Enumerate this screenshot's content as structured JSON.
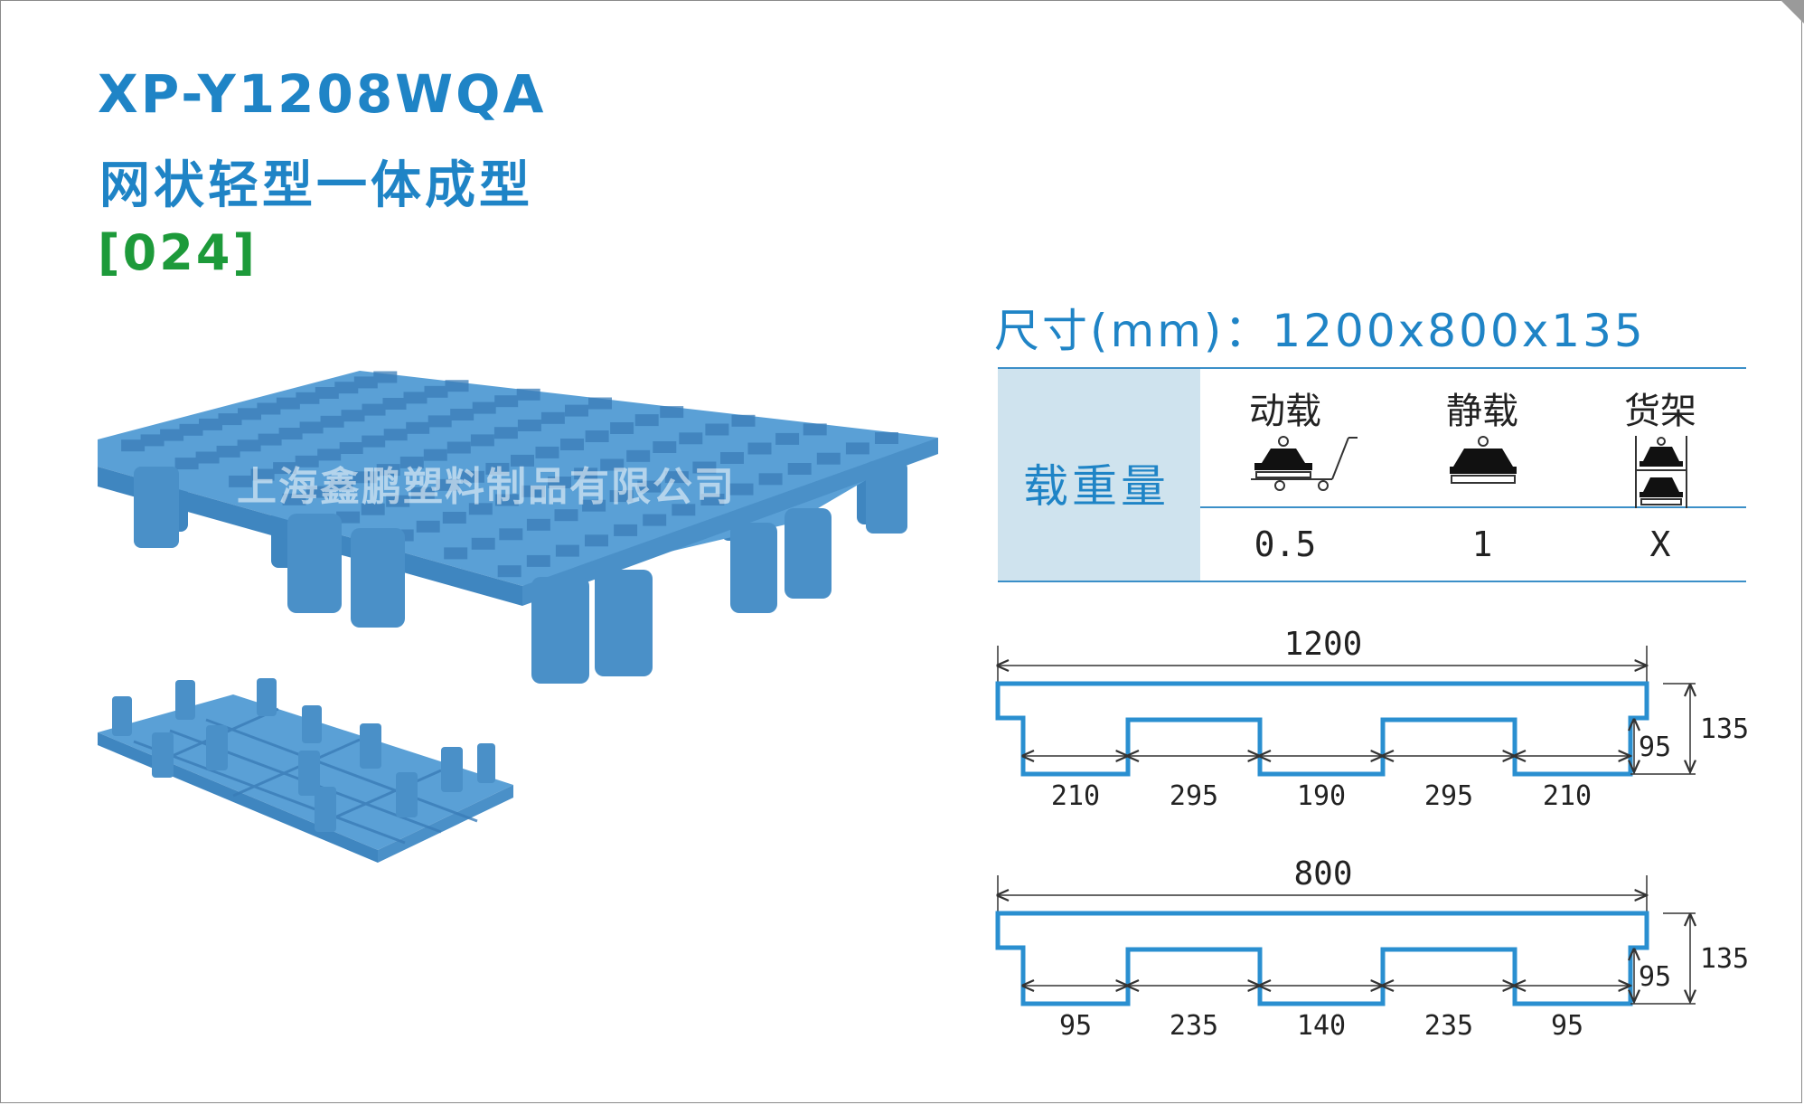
{
  "header": {
    "model": "XP-Y1208WQA",
    "subtitle": "网状轻型一体成型",
    "code": "[024]"
  },
  "dimensions_line": "尺寸(mm)：1200x800x135",
  "load_table": {
    "row_label": "载重量",
    "columns": [
      {
        "heading": "动载",
        "icon": "dynamic-load-icon",
        "value": "0.5"
      },
      {
        "heading": "静载",
        "icon": "static-load-icon",
        "value": "1"
      },
      {
        "heading": "货架",
        "icon": "racking-load-icon",
        "value": "X"
      }
    ]
  },
  "drawing_length": {
    "overall": "1200",
    "height": "135",
    "leg_height": "95",
    "segments": [
      "210",
      "295",
      "190",
      "295",
      "210"
    ]
  },
  "drawing_width": {
    "overall": "800",
    "height": "135",
    "leg_height": "95",
    "segments": [
      "95",
      "235",
      "140",
      "235",
      "95"
    ]
  },
  "watermark": "上海鑫鹏塑料制品有限公司",
  "colors": {
    "title_blue": "#1f84c6",
    "code_green": "#1d9a3a",
    "pallet_blue": "#4a90c8",
    "profile_blue": "#2a8fd0",
    "table_shade": "#cfe3ee"
  }
}
